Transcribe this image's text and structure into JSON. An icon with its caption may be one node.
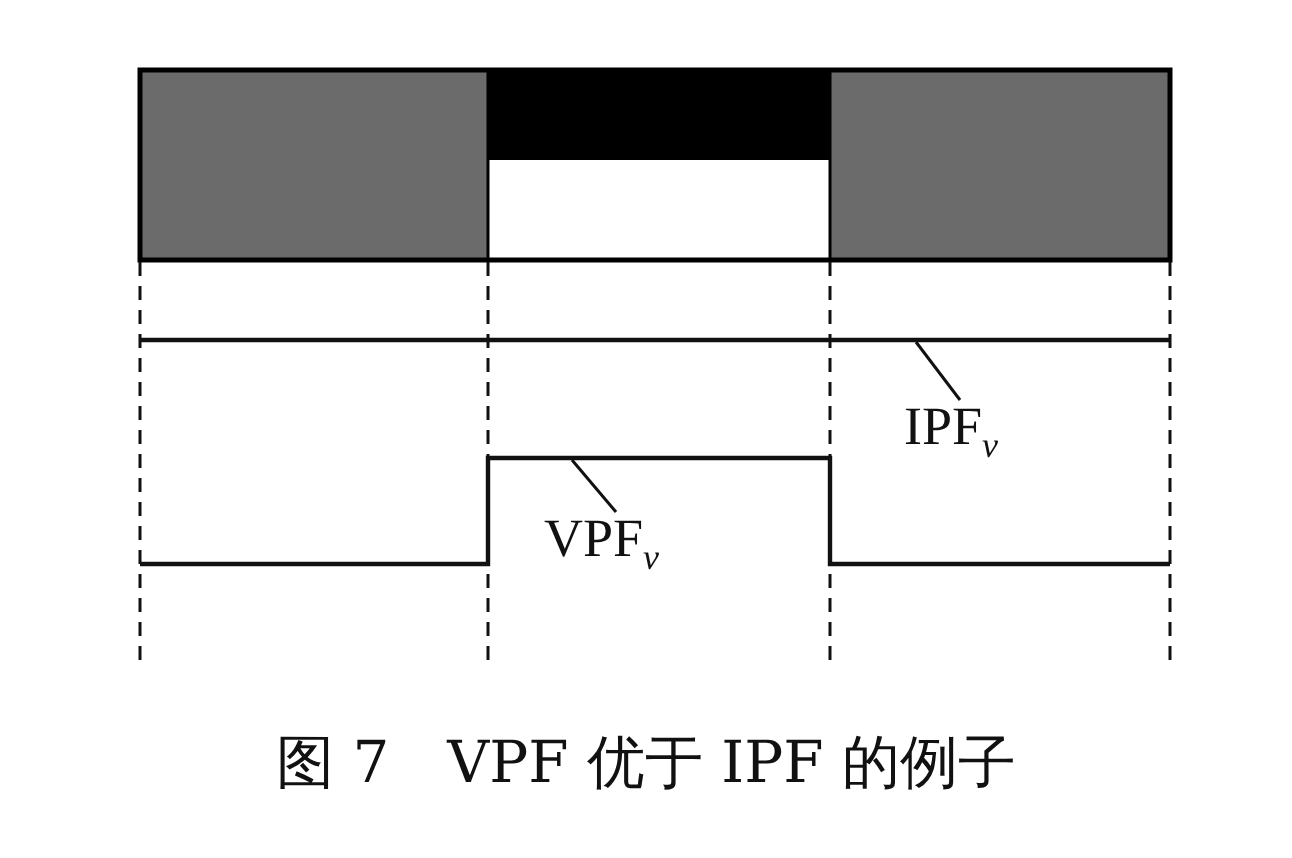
{
  "diagram": {
    "caption": "图 7　VPF 优于 IPF 的例子",
    "nodes": [
      {
        "text": [
          "IPF$_{v}$"
        ]
      },
      {
        "text": [
          "VPF$_{v}$"
        ]
      }
    ],
    "edges": [
      {
        "from": 0,
        "to": null,
        "arrow": "none"
      },
      {
        "from": 1,
        "to": null,
        "arrow": "none"
      }
    ]
  }
}
